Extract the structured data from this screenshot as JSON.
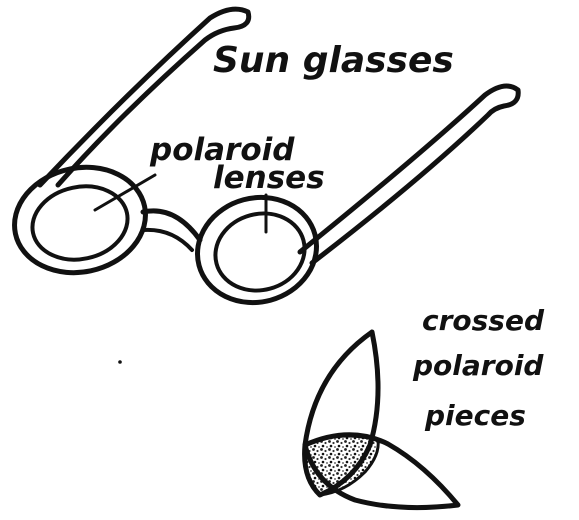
{
  "labels": {
    "title": "Sun glasses",
    "lenses_line1": "polaroid",
    "lenses_line2": "lenses",
    "pieces_line1": "crossed",
    "pieces_line2": "polaroid",
    "pieces_line3": "pieces"
  },
  "colors": {
    "ink": "#111111",
    "paper": "#ffffff"
  }
}
